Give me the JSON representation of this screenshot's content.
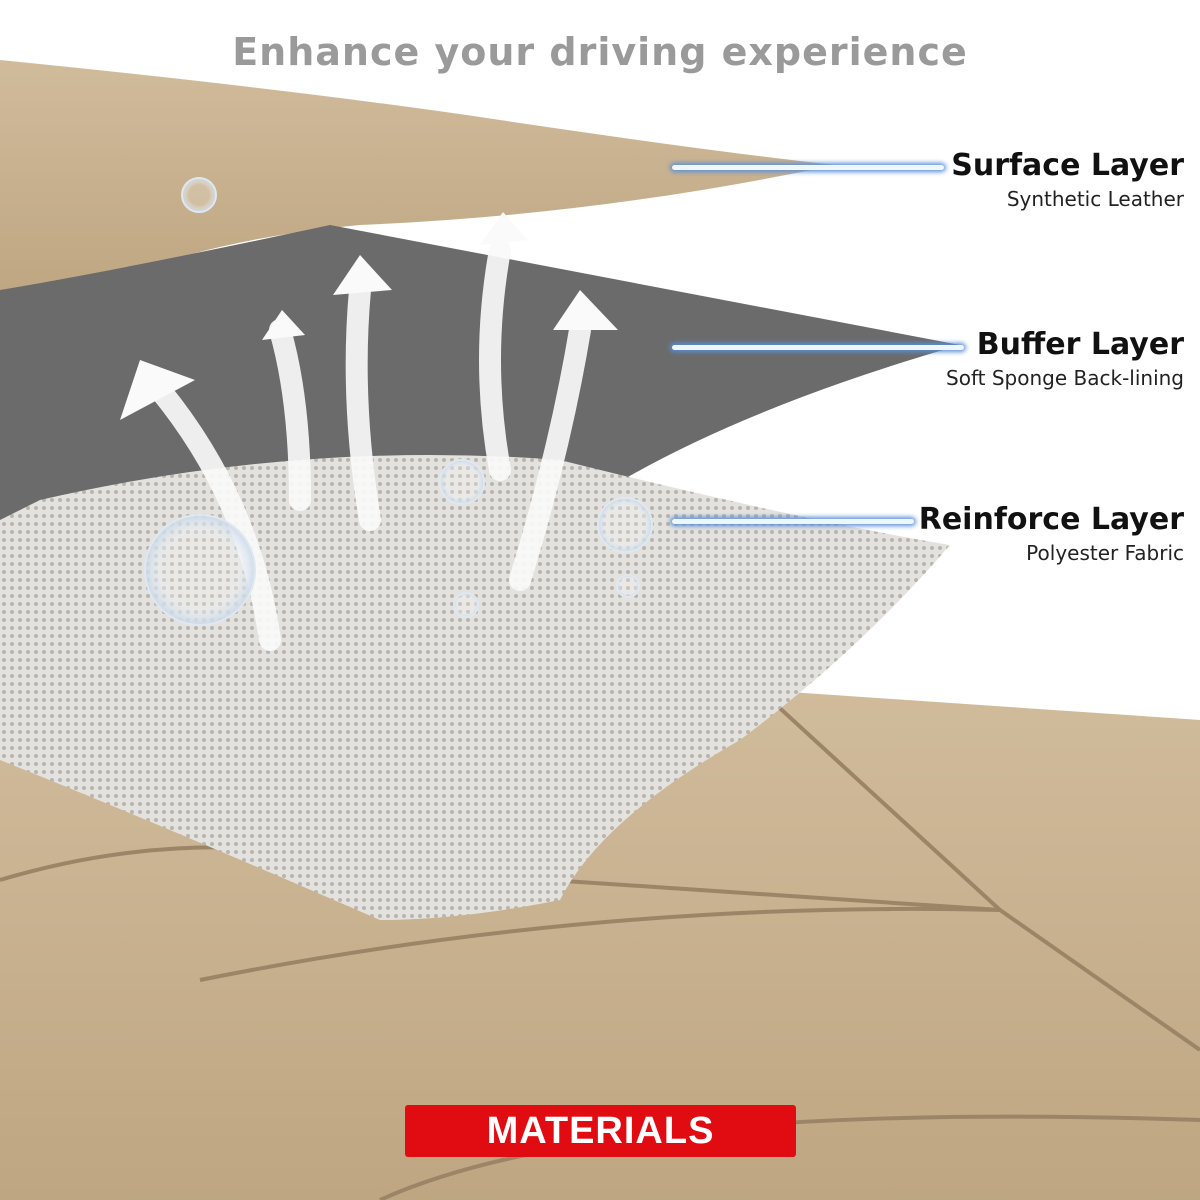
{
  "headline": "Enhance your driving experience",
  "layers": [
    {
      "title": "Surface Layer",
      "subtitle": "Synthetic Leather"
    },
    {
      "title": "Buffer Layer",
      "subtitle": "Soft Sponge Back-lining"
    },
    {
      "title": "Reinforce Layer",
      "subtitle": "Polyester Fabric"
    }
  ],
  "badge": "MATERIALS",
  "colors": {
    "leather": "#c9b393",
    "sponge": "#6b6b6b",
    "mesh": "#d8d6d2",
    "badge": "#e10c12",
    "headline": "#9a9a9a"
  }
}
